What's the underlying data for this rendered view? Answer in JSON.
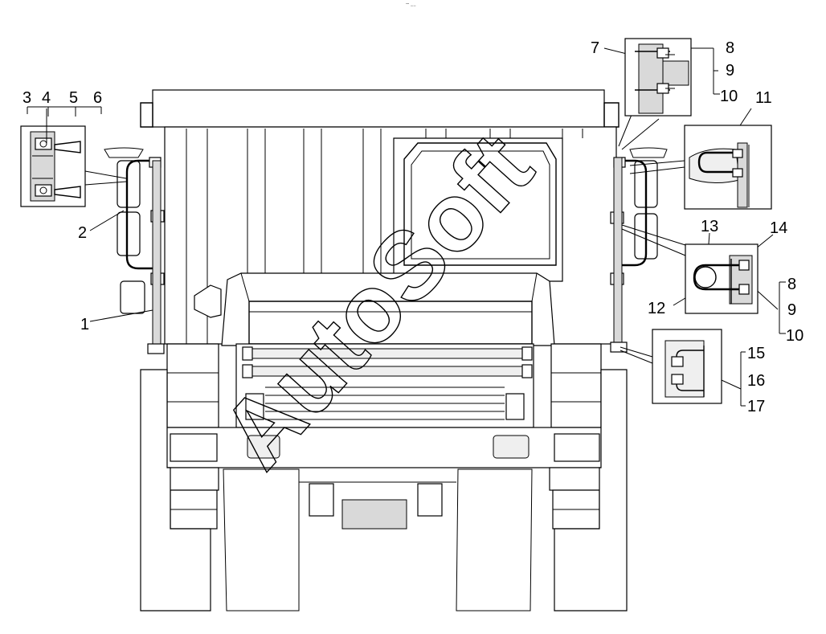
{
  "header_mark": "ˆ˜ −−",
  "watermark": "AutoSoft",
  "callouts": {
    "c1": "1",
    "c2": "2",
    "c3": "3",
    "c4": "4",
    "c5": "5",
    "c6": "6",
    "c7": "7",
    "c8a": "8",
    "c9a": "9",
    "c10a": "10",
    "c11": "11",
    "c12": "12",
    "c13": "13",
    "c14": "14",
    "c8b": "8",
    "c9b": "9",
    "c10b": "10",
    "c15": "15",
    "c16": "16",
    "c17": "17"
  }
}
